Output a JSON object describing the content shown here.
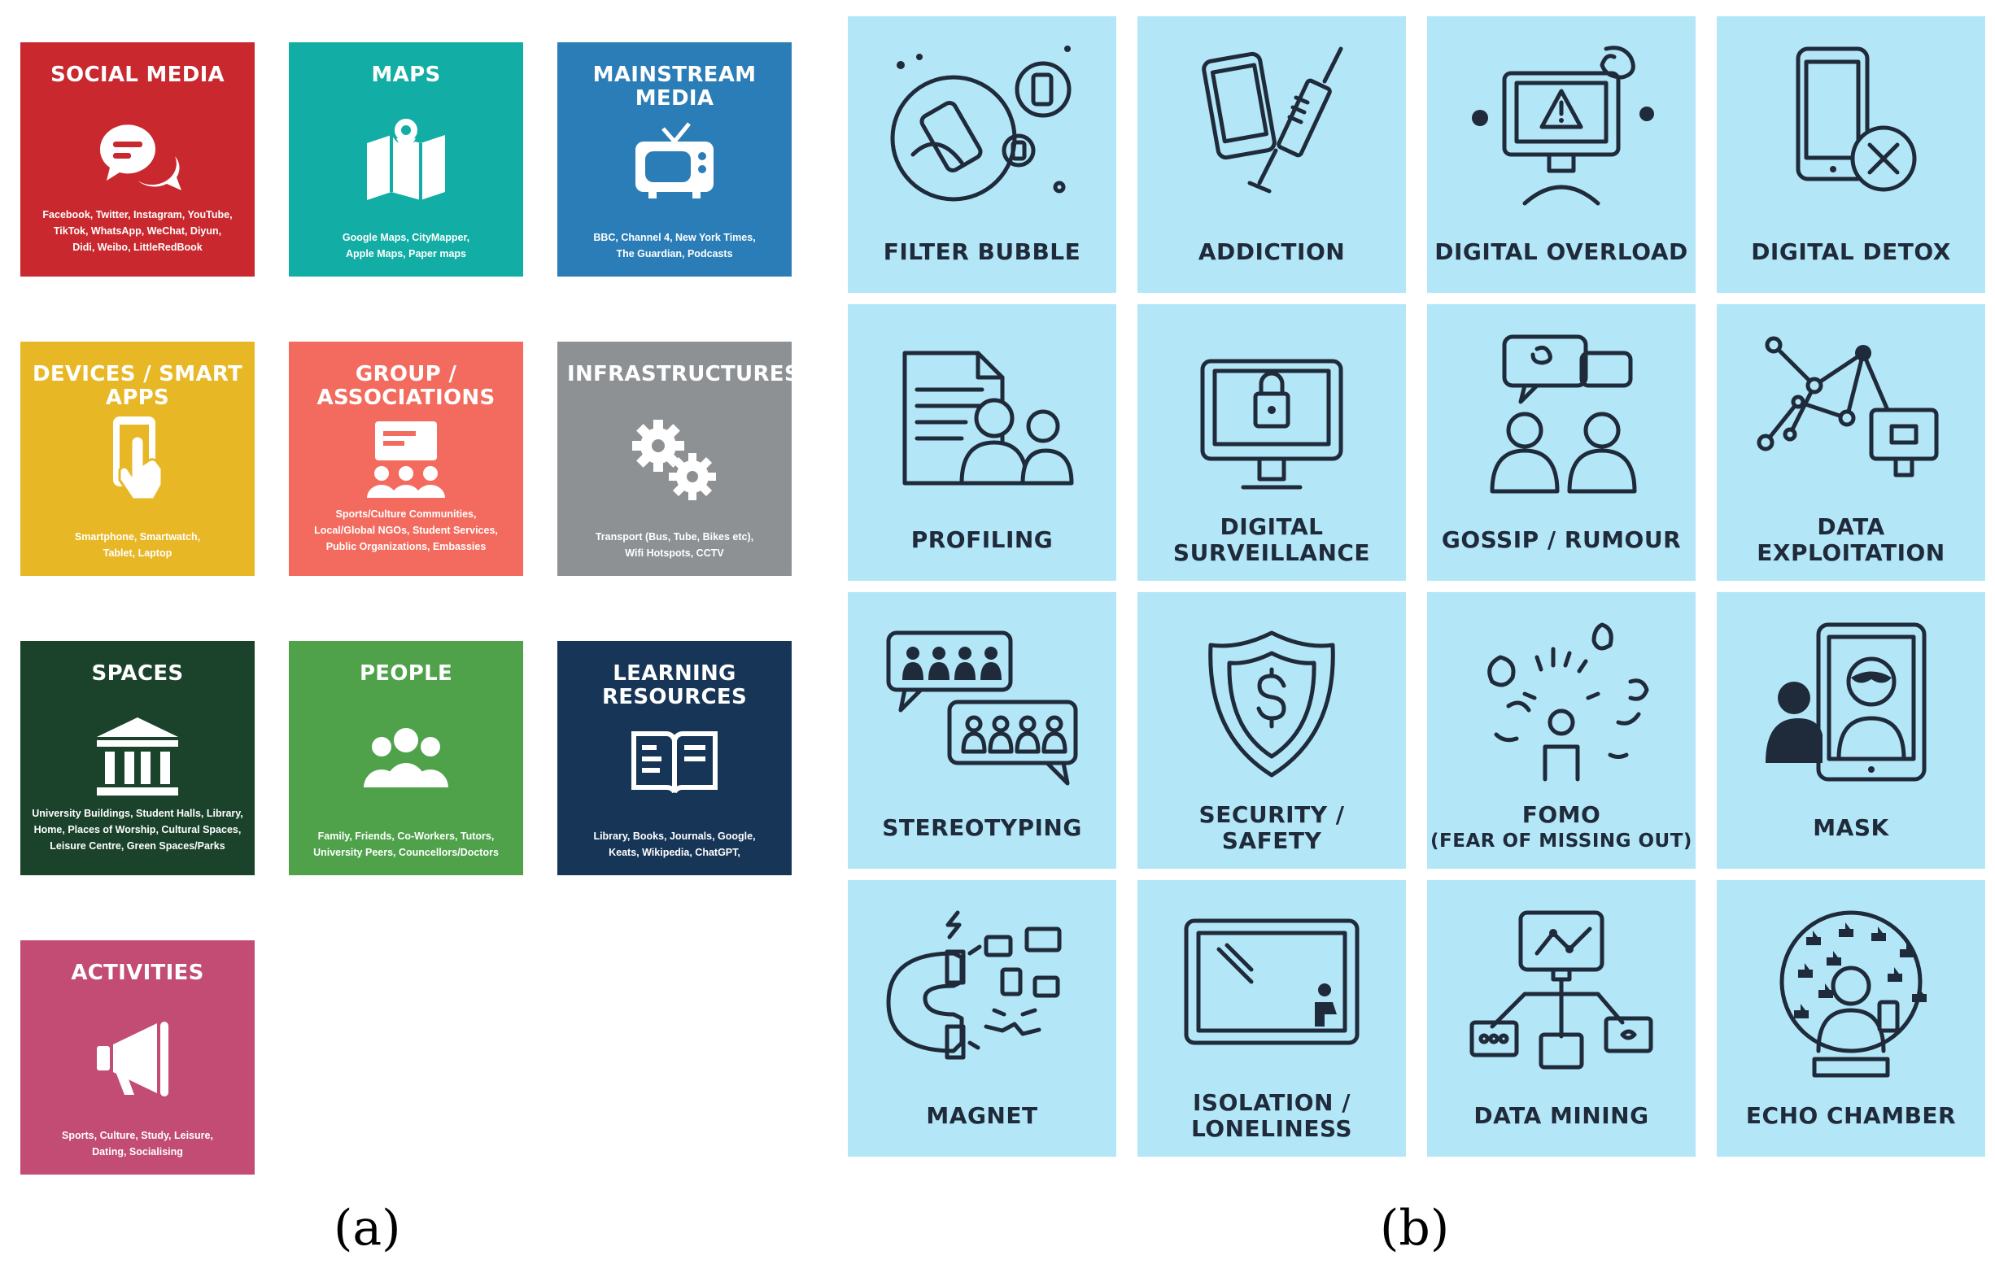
{
  "panel_a": {
    "label": "(a)",
    "cards": [
      {
        "title": "SOCIAL MEDIA",
        "desc": [
          "Facebook, Twitter, Instagram, YouTube,",
          "TikTok, WhatsApp, WeChat, Diyun,",
          "Didi, Weibo, LittleRedBook"
        ],
        "color": "#c8282e",
        "icon": "chat-bubbles-icon"
      },
      {
        "title": "MAPS",
        "desc": [
          "Google Maps, CityMapper,",
          "Apple Maps, Paper maps"
        ],
        "color": "#12ada4",
        "icon": "map-pin-icon"
      },
      {
        "title": "MAINSTREAM MEDIA",
        "desc": [
          "BBC, Channel 4, New York Times,",
          "The Guardian, Podcasts"
        ],
        "color": "#2a7db6",
        "icon": "tv-icon"
      },
      {
        "title": "DEVICES / SMART APPS",
        "desc": [
          "Smartphone, Smartwatch,",
          "Tablet, Laptop"
        ],
        "color": "#e8b726",
        "icon": "hand-touch-phone-icon"
      },
      {
        "title": "GROUP / ASSOCIATIONS",
        "desc": [
          "Sports/Culture Communities,",
          "Local/Global NGOs, Student Services,",
          "Public Organizations, Embassies"
        ],
        "color": "#f36b5e",
        "icon": "presentation-group-icon"
      },
      {
        "title": "INFRASTRUCTURES",
        "desc": [
          "Transport (Bus, Tube, Bikes etc),",
          "Wifi Hotspots, CCTV"
        ],
        "color": "#8e9194",
        "icon": "gears-icon"
      },
      {
        "title": "SPACES",
        "desc": [
          "University Buildings, Student Halls, Library,",
          "Home, Places of Worship, Cultural Spaces,",
          "Leisure Centre, Green Spaces/Parks"
        ],
        "color": "#1b432b",
        "icon": "building-columns-icon"
      },
      {
        "title": "PEOPLE",
        "desc": [
          "Family, Friends, Co-Workers, Tutors,",
          "University Peers, Councellors/Doctors"
        ],
        "color": "#4fa24a",
        "icon": "people-group-icon"
      },
      {
        "title": "LEARNING RESOURCES",
        "desc": [
          "Library, Books, Journals, Google,",
          "Keats, Wikipedia, ChatGPT,"
        ],
        "color": "#173557",
        "icon": "open-book-icon"
      },
      {
        "title": "ACTIVITIES",
        "desc": [
          "Sports, Culture, Study, Leisure,",
          "Dating, Socialising"
        ],
        "color": "#c24c73",
        "icon": "megaphone-icon"
      }
    ]
  },
  "panel_b": {
    "label": "(b)",
    "cards": [
      {
        "label": "FILTER BUBBLE",
        "sub": "",
        "icon": "bubble-phone-icon"
      },
      {
        "label": "ADDICTION",
        "sub": "",
        "icon": "phone-syringe-icon"
      },
      {
        "label": "DIGITAL OVERLOAD",
        "sub": "",
        "icon": "monitor-warning-icon"
      },
      {
        "label": "DIGITAL DETOX",
        "sub": "",
        "icon": "phone-cross-icon"
      },
      {
        "label": "PROFILING",
        "sub": "",
        "icon": "document-people-icon"
      },
      {
        "label": "DIGITAL SURVEILLANCE",
        "sub": "",
        "icon": "monitor-lock-icon"
      },
      {
        "label": "GOSSIP / RUMOUR",
        "sub": "",
        "icon": "speech-people-icon"
      },
      {
        "label": "DATA EXPLOITATION",
        "sub": "",
        "icon": "network-monitor-icon"
      },
      {
        "label": "STEREOTYPING",
        "sub": "",
        "icon": "speech-crowd-icon"
      },
      {
        "label": "SECURITY / SAFETY",
        "sub": "",
        "icon": "shield-dollar-icon"
      },
      {
        "label": "FOMO",
        "sub": "(FEAR OF MISSING OUT)",
        "icon": "person-bubbles-icon"
      },
      {
        "label": "MASK",
        "sub": "",
        "icon": "tablet-mask-icon"
      },
      {
        "label": "MAGNET",
        "sub": "",
        "icon": "magnet-icon"
      },
      {
        "label": "ISOLATION / LONELINESS",
        "sub": "",
        "icon": "screen-person-icon"
      },
      {
        "label": "DATA MINING",
        "sub": "",
        "icon": "monitor-folders-icon"
      },
      {
        "label": "ECHO CHAMBER",
        "sub": "",
        "icon": "snow-globe-icon"
      }
    ]
  }
}
